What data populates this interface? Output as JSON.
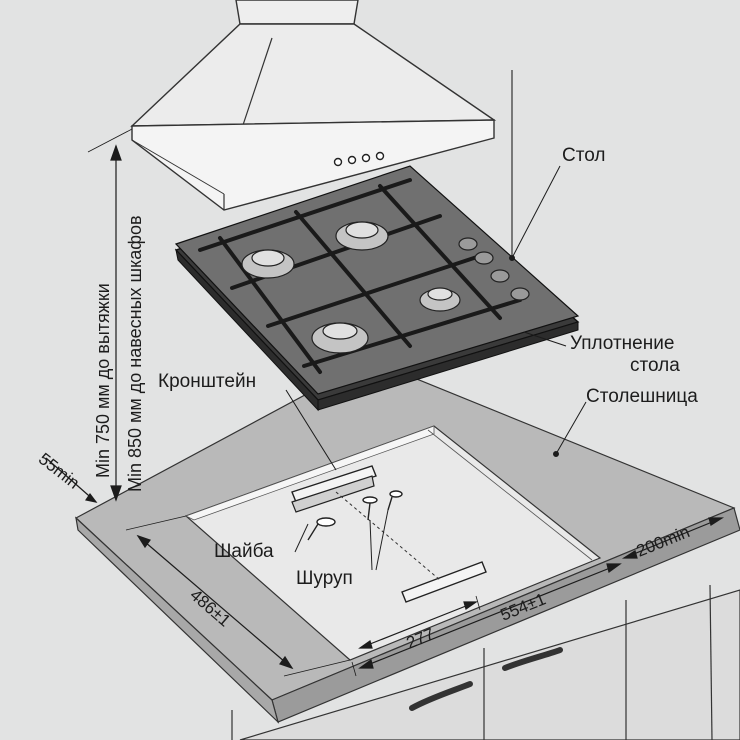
{
  "labels": {
    "table": "Стол",
    "seal_line1": "Уплотнение",
    "seal_line2": "стола",
    "bracket": "Кронштейн",
    "worktop": "Столешница",
    "washer": "Шайба",
    "screw": "Шуруп"
  },
  "vertical_labels": {
    "hood_clearance": "Min 750 мм до вытяжки",
    "cabinet_clearance": "Min 850 мм до навесных шкафов"
  },
  "dimensions": {
    "left_margin": "55min",
    "right_margin": "200min",
    "cutout_depth": "486",
    "cutout_depth_tol": "±1",
    "cutout_width": "554",
    "cutout_width_tol": "±1",
    "bracket_offset": "277"
  },
  "colors": {
    "background": "#e2e3e3",
    "hob": "#6e6e6e",
    "hob_dark": "#3a3a3a",
    "worktop": "#b9b9b9",
    "line": "#1c1c1c"
  }
}
